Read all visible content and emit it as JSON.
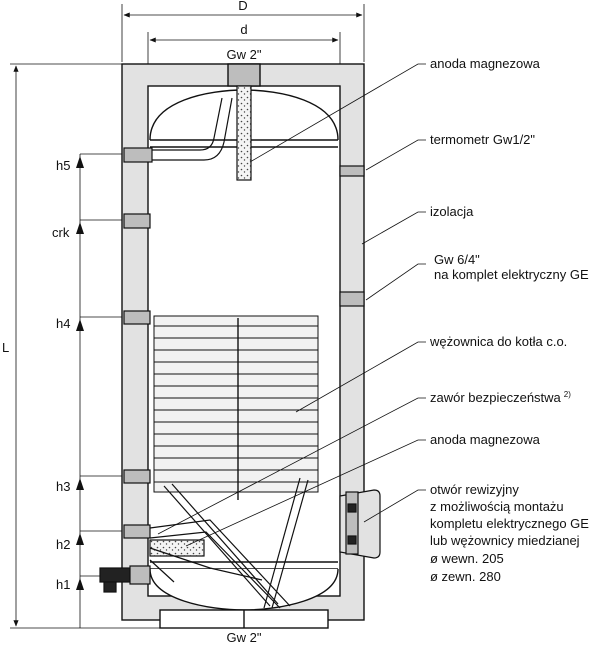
{
  "dimensions": {
    "D": "D",
    "d": "d",
    "gw_top": "Gw 2\"",
    "gw_bottom": "Gw 2\"",
    "L": "L",
    "h5": "h5",
    "crk": "crk",
    "h4": "h4",
    "h3": "h3",
    "h2": "h2",
    "h1": "h1"
  },
  "labels": {
    "anode_top": "anoda magnezowa",
    "thermometer": "termometr Gw1/2\"",
    "insulation": "izolacja",
    "ge_line1": "Gw 6/4\"",
    "ge_line2": "na komplet elektryczny GE",
    "coil": "wężownica do kotła c.o.",
    "valve": "zawór bezpieczeństwa",
    "valve_sup": "2)",
    "anode_bottom": "anoda magnezowa",
    "rev_1": "otwór rewizyjny",
    "rev_2": "z możliwością montażu",
    "rev_3": "kompletu elektrycznego GE",
    "rev_4": "lub wężownicy miedzianej",
    "rev_5": "ø wewn. 205",
    "rev_6": "ø zewn. 280"
  },
  "colors": {
    "stroke": "#111111",
    "insulation": "#e2e2e2",
    "fitting": "#bdbdbd",
    "coil": "#f2f2f2",
    "text": "#111111"
  }
}
